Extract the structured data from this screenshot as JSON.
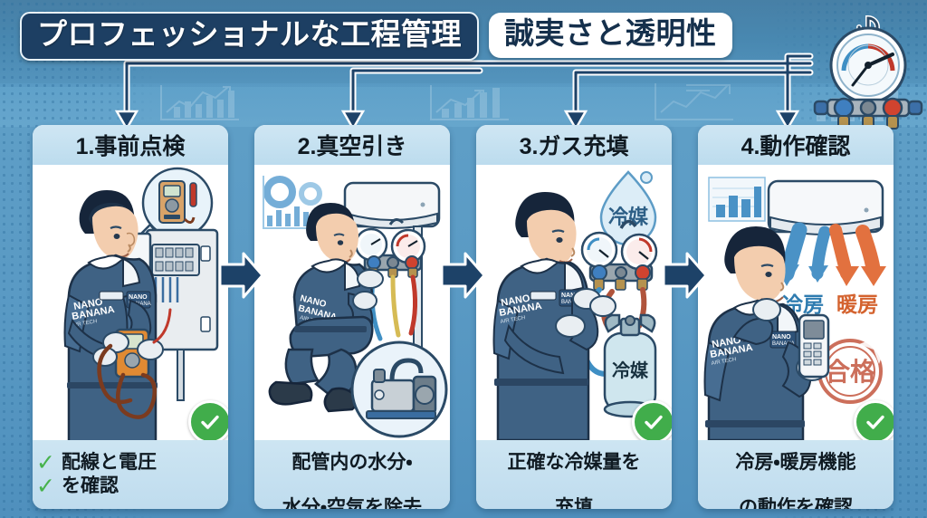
{
  "header": {
    "title_main": "プロフェッショナルな工程管理",
    "title_sub": "誠実さと透明性",
    "gauge_icon": "manifold-gauge-icon"
  },
  "colors": {
    "background_blue": "#5a9ac4",
    "title_main_bg": "#1d3f63",
    "title_sub_bg": "#ffffff",
    "card_head_bg": "#c5e0ef",
    "card_foot_bg": "#c5e0ef",
    "arrow_navy": "#1d4268",
    "check_green": "#41ad4b",
    "cool_blue": "#3f8fc4",
    "heat_orange": "#e2713f",
    "stamp_red": "#c4573f"
  },
  "steps": [
    {
      "heading": "1.事前点検",
      "caption_lines": [
        "配線と電圧",
        "を確認"
      ],
      "caption_style": "checklist",
      "check_badge": true,
      "illustration": "technician-multimeter-electrical-panel",
      "labels": []
    },
    {
      "heading": "2.真空引き",
      "caption_lines": [
        "配管内の水分・",
        "水分・空気を除去"
      ],
      "caption_style": "plain",
      "check_badge": false,
      "illustration": "technician-kneeling-manifold-vacuum-pump",
      "labels": []
    },
    {
      "heading": "3.ガス充填",
      "caption_lines": [
        "正確な冷媒量を",
        "充填"
      ],
      "caption_style": "plain",
      "check_badge": true,
      "illustration": "technician-manifold-refrigerant-tank",
      "labels": [
        "冷媒",
        "冷媒"
      ]
    },
    {
      "heading": "4.動作確認",
      "caption_lines": [
        "冷房・暖房機能",
        "の動作を確認"
      ],
      "caption_style": "plain",
      "check_badge": true,
      "illustration": "technician-remote-aircon-cool-heat",
      "labels": [
        "冷房",
        "暖房",
        "合格"
      ]
    }
  ],
  "uniform_badge": {
    "brand_line1": "NANO",
    "brand_line2": "BANANA",
    "brand_line3": "AIR TECH"
  },
  "step_arrows": [
    "arrow-right-icon",
    "arrow-right-icon",
    "arrow-right-icon"
  ],
  "connector_arrows": [
    "arrow-down-icon",
    "arrow-down-icon",
    "arrow-down-icon",
    "arrow-down-icon"
  ]
}
